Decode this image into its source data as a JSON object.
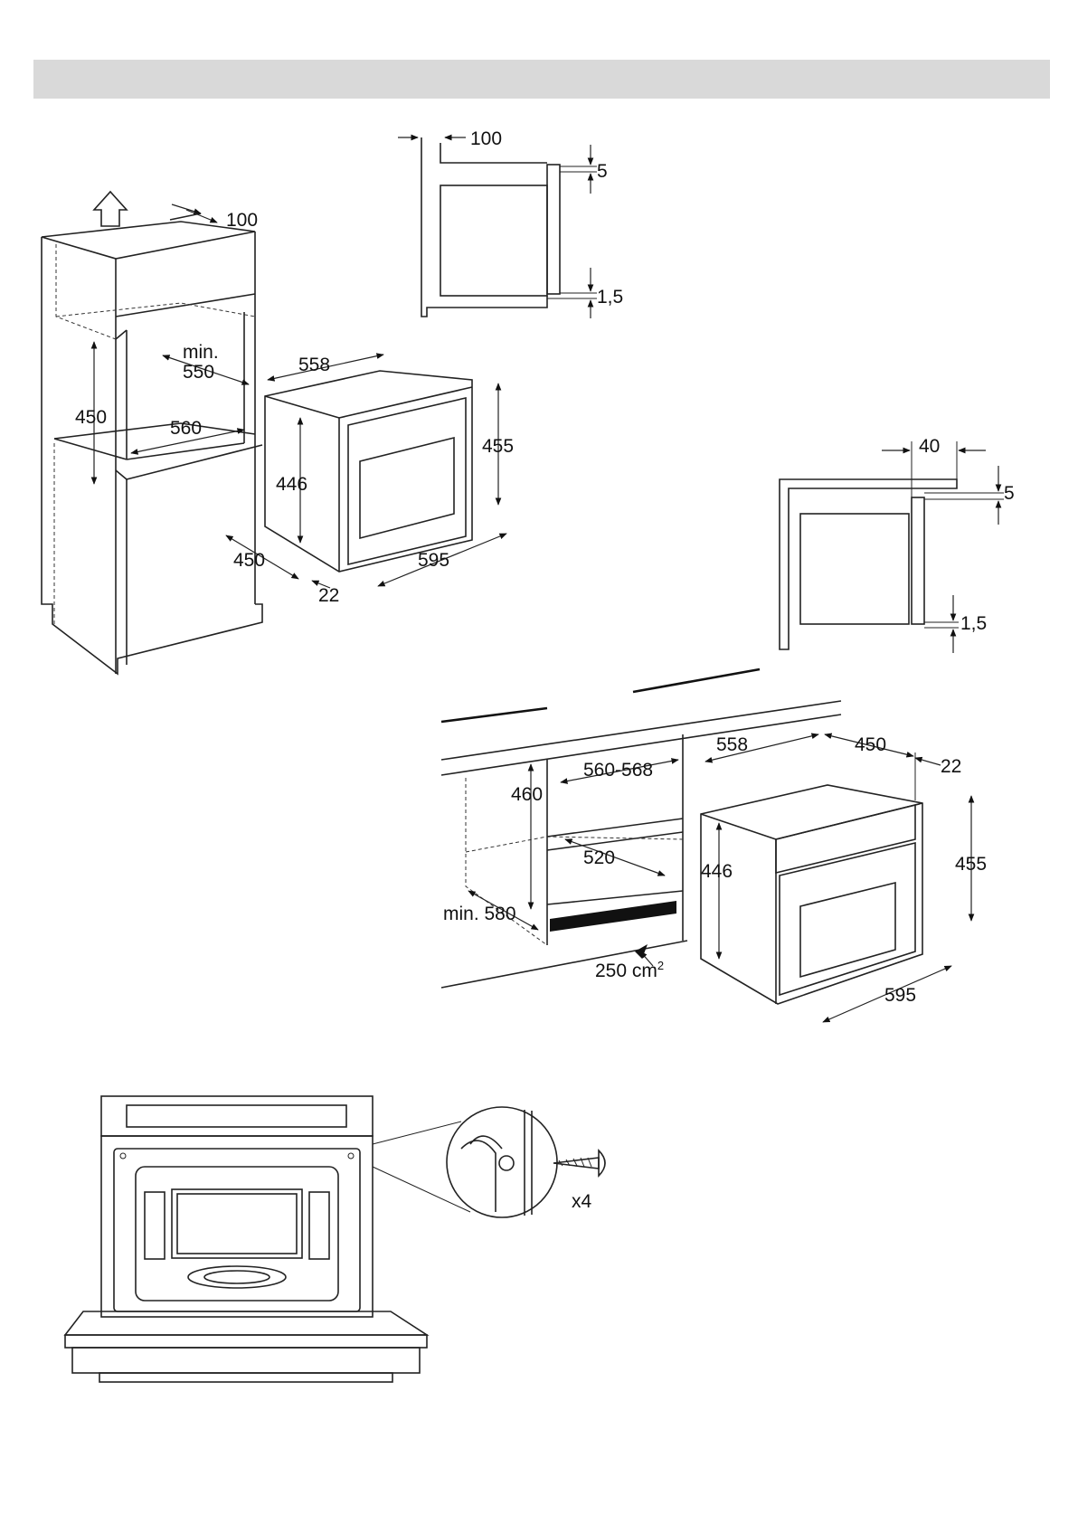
{
  "labels": {
    "d1_top100": "100",
    "d1_min": "min.",
    "d1_550": "550",
    "d1_450h": "450",
    "d1_560": "560",
    "d1_558": "558",
    "d1_446": "446",
    "d1_455": "455",
    "d1_450d": "450",
    "d1_595": "595",
    "d1_22": "22",
    "s1_100": "100",
    "s1_5": "5",
    "s1_15": "1,5",
    "s2_40": "40",
    "s2_5": "5",
    "s2_15": "1,5",
    "d2_560568": "560-568",
    "d2_460": "460",
    "d2_520": "520",
    "d2_min580": "min. 580",
    "d2_250": "250 cm",
    "d2_sup": "2",
    "d2_558": "558",
    "d2_450": "450",
    "d2_22": "22",
    "d2_446": "446",
    "d2_455": "455",
    "d2_595": "595",
    "d3_x4": "x4"
  }
}
